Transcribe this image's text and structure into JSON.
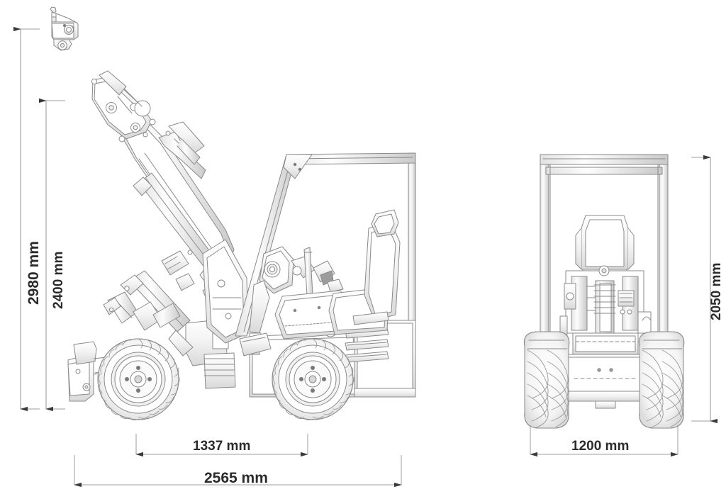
{
  "drawing": {
    "type": "technical-dimension-drawing",
    "subject": "compact articulated wheel loader",
    "views": [
      {
        "name": "side-view",
        "position": "left"
      },
      {
        "name": "rear-view",
        "position": "right"
      }
    ],
    "background_color": "#ffffff",
    "line_color": "#8a8a8a",
    "dimension_text_color": "#2b2b2b"
  },
  "dimensions": {
    "overall_height": {
      "label": "2980 mm",
      "value": 2980,
      "unit": "mm",
      "orientation": "vertical",
      "view": "side-view"
    },
    "cab_height": {
      "label": "2400 mm",
      "value": 2400,
      "unit": "mm",
      "orientation": "vertical",
      "view": "side-view"
    },
    "wheelbase": {
      "label": "1337 mm",
      "value": 1337,
      "unit": "mm",
      "orientation": "horizontal",
      "view": "side-view"
    },
    "overall_length": {
      "label": "2565 mm",
      "value": 2565,
      "unit": "mm",
      "orientation": "horizontal",
      "view": "side-view"
    },
    "overall_width": {
      "label": "1200 mm",
      "value": 1200,
      "unit": "mm",
      "orientation": "horizontal",
      "view": "rear-view"
    },
    "rear_height": {
      "label": "2050 mm",
      "value": 2050,
      "unit": "mm",
      "orientation": "vertical",
      "view": "rear-view"
    }
  },
  "components": {
    "quick_coupler_detail": "detached attachment coupler detail",
    "loader_boom": "raised telescopic loader boom with hydraulic cylinders",
    "rops_cab": "ROPS canopy frame cab",
    "operator_seat": "operator seat",
    "steering_wheel": "steering wheel",
    "front_wheel": "front wheel with lug tread tire",
    "rear_wheel": "rear wheel with lug tread tire",
    "engine_vents": "engine cover louvre vents",
    "stabilizer_foot": "front stabilizer foot"
  }
}
